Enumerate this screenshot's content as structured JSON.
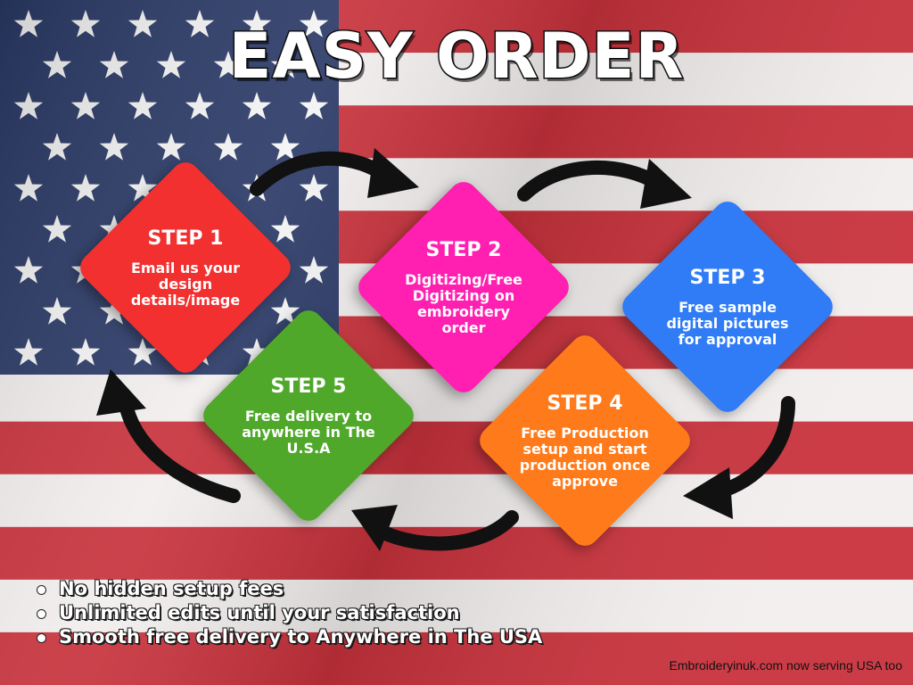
{
  "title": "EASY ORDER",
  "steps": [
    {
      "title": "STEP 1",
      "desc": "Email us your design details/image",
      "color": "#f23030"
    },
    {
      "title": "STEP 2",
      "desc": "Digitizing/Free Digitizing on embroidery order",
      "color": "#ff1fb0"
    },
    {
      "title": "STEP 3",
      "desc": "Free sample digital pictures for approval",
      "color": "#2f7cf6"
    },
    {
      "title": "STEP 4",
      "desc": "Free Production setup and start production once approve",
      "color": "#ff7a1a"
    },
    {
      "title": "STEP 5",
      "desc": "Free delivery to anywhere in The U.S.A",
      "color": "#4fa82a"
    }
  ],
  "bullets": [
    "No hidden setup fees",
    "Unlimited edits until your satisfaction",
    "Smooth free delivery to Anywhere in The USA"
  ],
  "footer": "Embroideryinuk.com now serving USA too",
  "colors": {
    "flag_red": "#c8323c",
    "flag_white": "#f2eeee",
    "flag_blue": "#2b3a67",
    "arrow": "#111111"
  }
}
